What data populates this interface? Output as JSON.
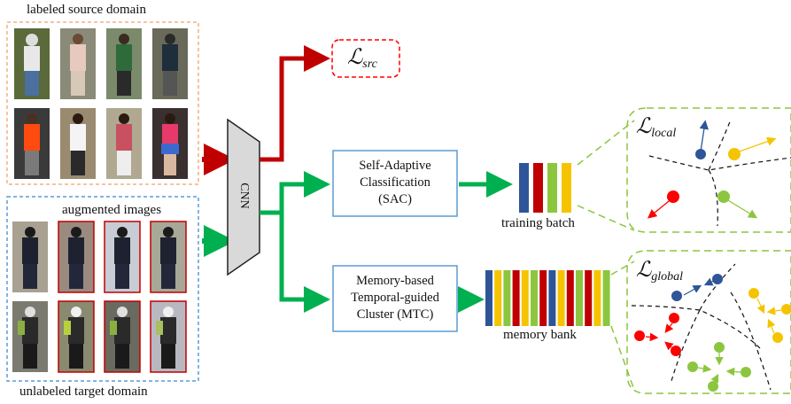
{
  "labels": {
    "source_domain": "labeled source domain",
    "augmented": "augmented images",
    "target_domain": "unlabeled target domain",
    "cnn": "CNN",
    "training_batch": "training batch",
    "memory_bank": "memory bank"
  },
  "losses": {
    "src": {
      "symbol": "ℒ",
      "sub": "src"
    },
    "local": {
      "symbol": "ℒ",
      "sub": "local"
    },
    "global": {
      "symbol": "ℒ",
      "sub": "global"
    }
  },
  "sac": {
    "line1": "Self-Adaptive",
    "line2": "Classification",
    "line3": "(SAC)"
  },
  "mtc": {
    "line1": "Memory-based",
    "line2": "Temporal-guided",
    "line3": "Cluster (MTC)"
  },
  "colors": {
    "red": "#c00000",
    "green": "#00b050",
    "blue": "#2e5597",
    "yellow": "#f5c400",
    "lightgreen": "#8cc63f",
    "dot_red": "#ff0000",
    "source_border": "#f4b183",
    "target_border": "#5b9bd5",
    "panel_border": "#8cc63f"
  },
  "training_batch_colors": [
    "blue",
    "red",
    "lightgreen",
    "yellow"
  ],
  "memory_bank_colors": [
    "blue",
    "yellow",
    "lightgreen",
    "red",
    "yellow",
    "lightgreen",
    "red",
    "blue",
    "yellow",
    "red",
    "lightgreen",
    "red",
    "yellow",
    "lightgreen"
  ]
}
